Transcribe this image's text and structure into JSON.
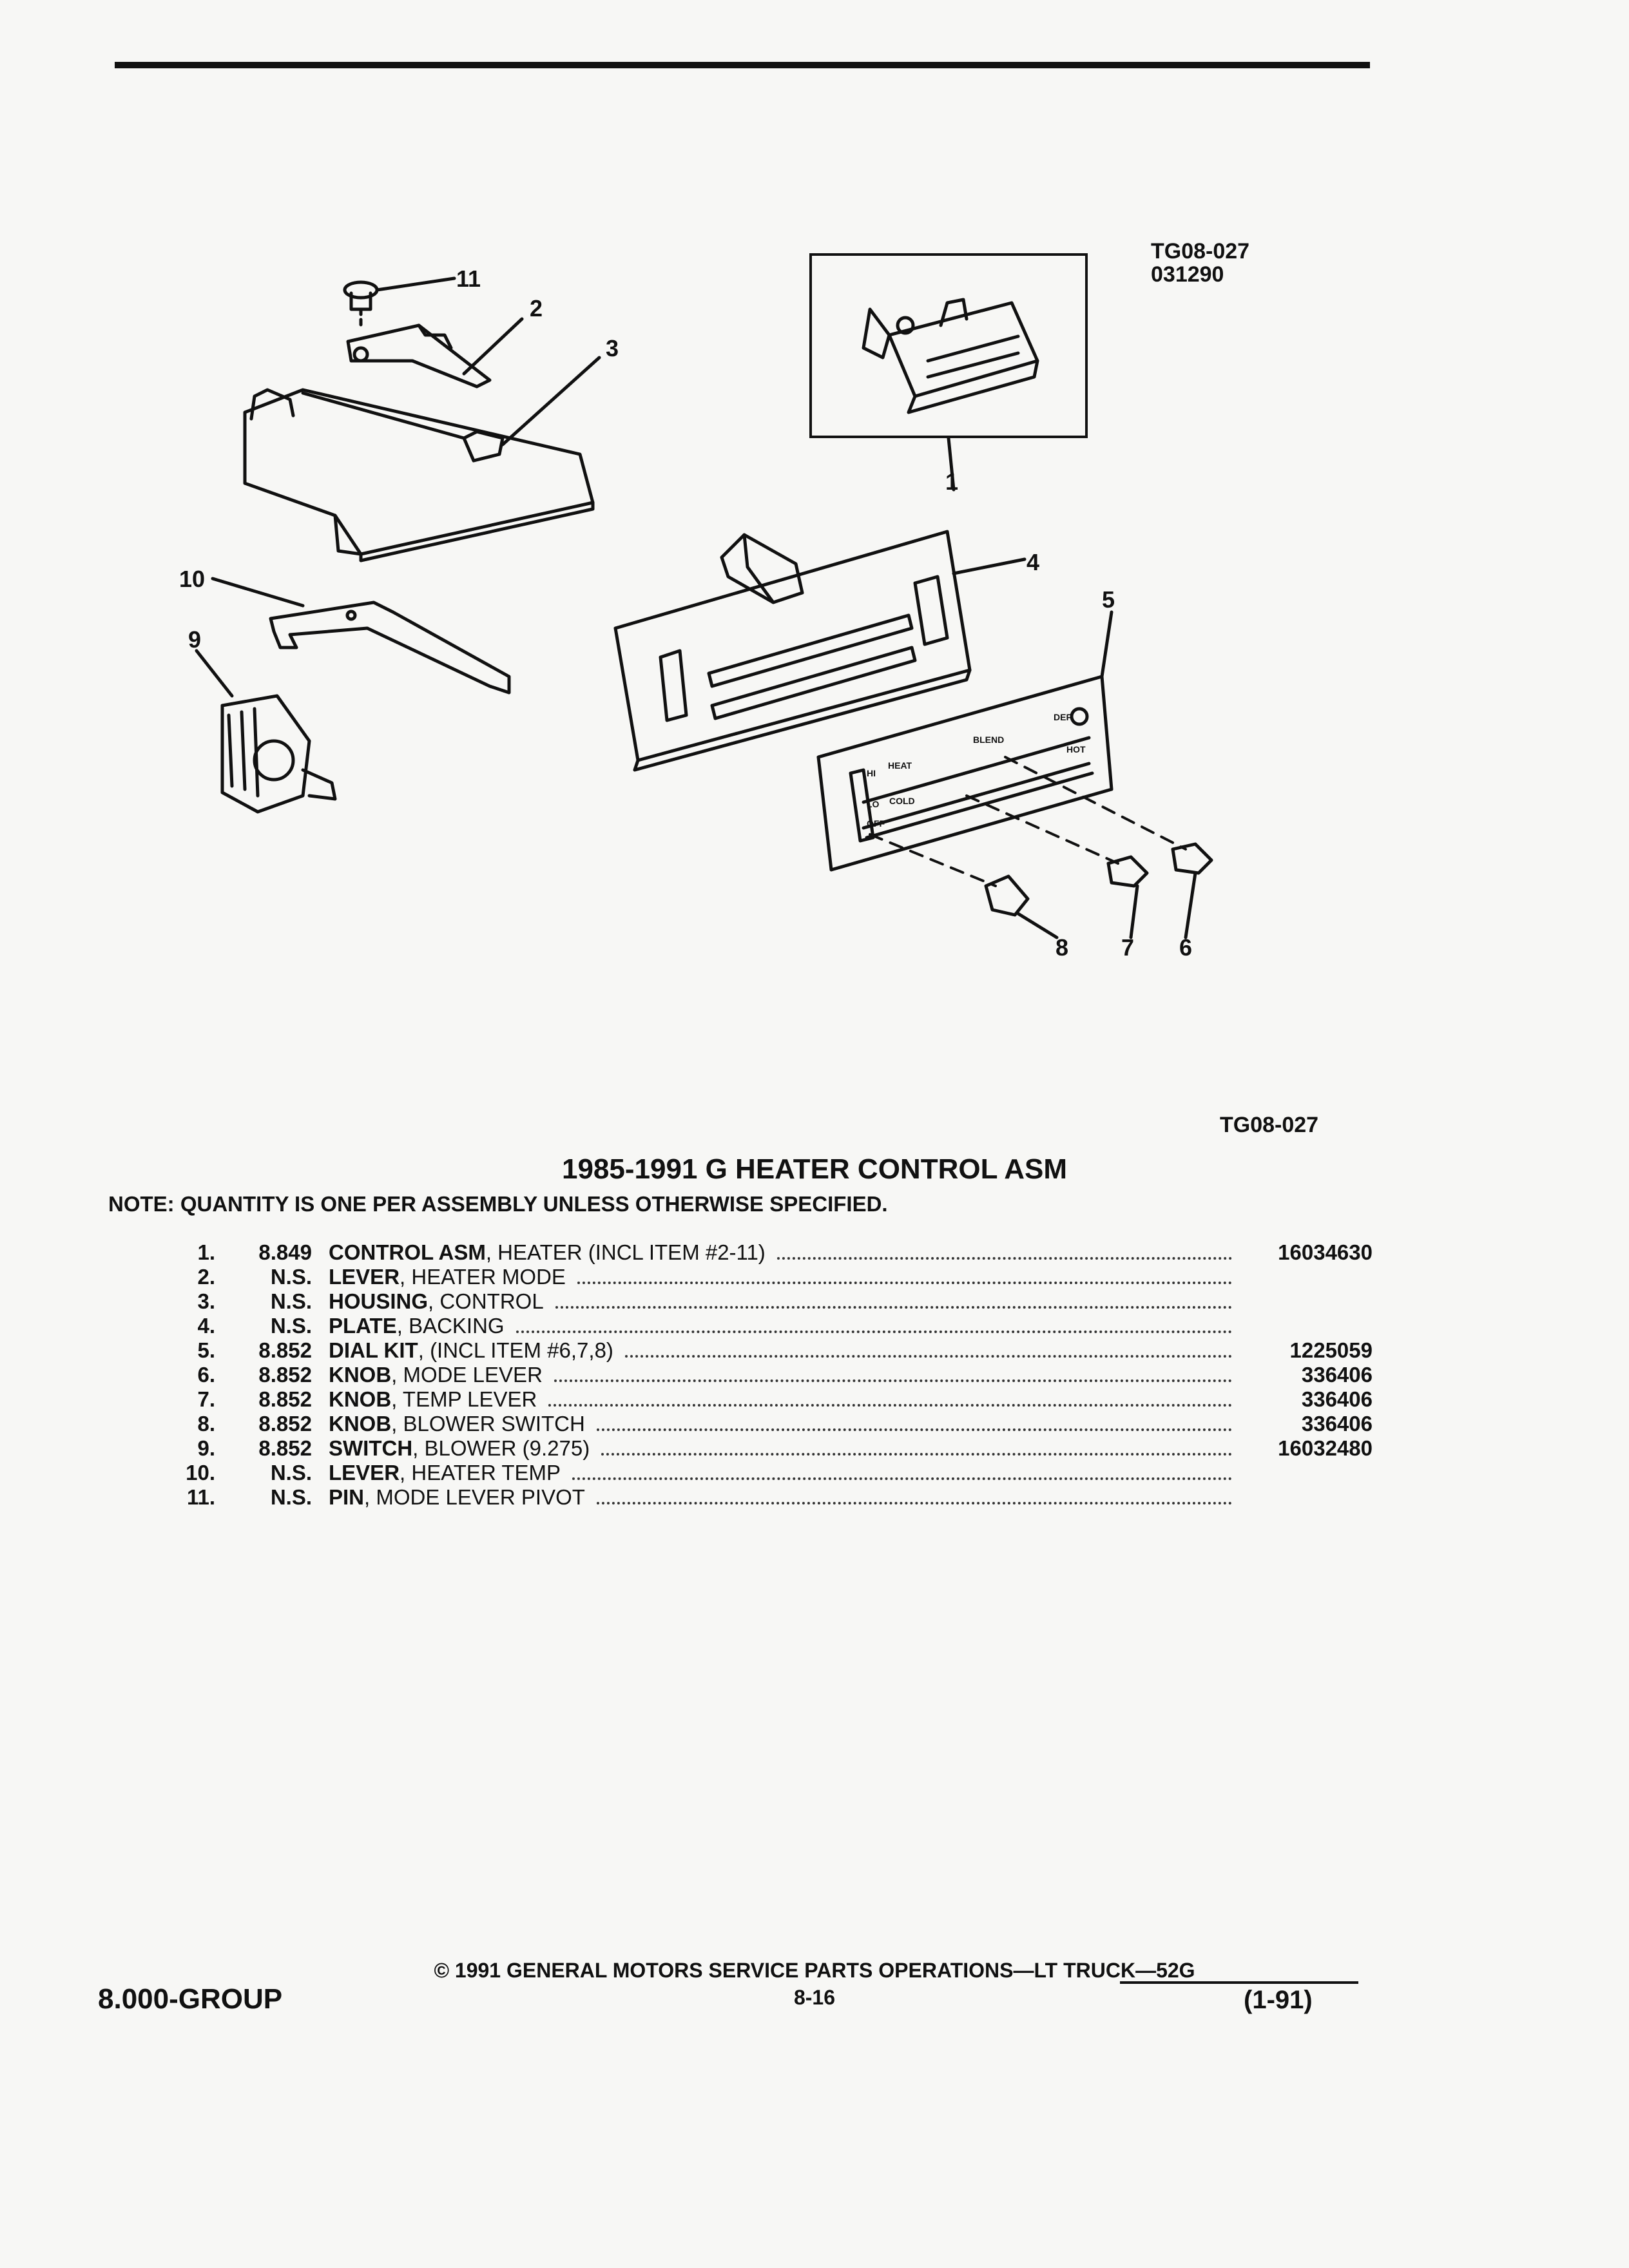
{
  "figure": {
    "ref_code": "TG08-027",
    "ref_date": "031290",
    "bottom_ref": "TG08-027",
    "callouts": [
      "1",
      "2",
      "3",
      "4",
      "5",
      "6",
      "7",
      "8",
      "9",
      "10",
      "11"
    ],
    "panel_labels": [
      "HI",
      "LO",
      "OFF",
      "HEAT",
      "BLEND",
      "DEF",
      "HOT",
      "COLD"
    ]
  },
  "title": "1985-1991 G HEATER CONTROL ASM",
  "note": "NOTE:  QUANTITY IS ONE PER ASSEMBLY UNLESS OTHERWISE SPECIFIED.",
  "parts": [
    {
      "item": "1.",
      "cat": "8.849",
      "name": "CONTROL ASM",
      "desc": ", HEATER (INCL ITEM #2-11)",
      "pn": "16034630"
    },
    {
      "item": "2.",
      "cat": "N.S.",
      "name": "LEVER",
      "desc": ", HEATER MODE",
      "pn": ""
    },
    {
      "item": "3.",
      "cat": "N.S.",
      "name": "HOUSING",
      "desc": ", CONTROL",
      "pn": ""
    },
    {
      "item": "4.",
      "cat": "N.S.",
      "name": "PLATE",
      "desc": ", BACKING",
      "pn": ""
    },
    {
      "item": "5.",
      "cat": "8.852",
      "name": "DIAL KIT",
      "desc": ", (INCL ITEM #6,7,8)",
      "pn": "1225059"
    },
    {
      "item": "6.",
      "cat": "8.852",
      "name": "KNOB",
      "desc": ", MODE LEVER",
      "pn": "336406"
    },
    {
      "item": "7.",
      "cat": "8.852",
      "name": "KNOB",
      "desc": ", TEMP LEVER",
      "pn": "336406"
    },
    {
      "item": "8.",
      "cat": "8.852",
      "name": "KNOB",
      "desc": ", BLOWER SWITCH",
      "pn": "336406"
    },
    {
      "item": "9.",
      "cat": "8.852",
      "name": "SWITCH",
      "desc": ", BLOWER (9.275)",
      "pn": "16032480"
    },
    {
      "item": "10.",
      "cat": "N.S.",
      "name": "LEVER",
      "desc": ", HEATER TEMP",
      "pn": ""
    },
    {
      "item": "11.",
      "cat": "N.S.",
      "name": "PIN",
      "desc": ", MODE LEVER PIVOT",
      "pn": ""
    }
  ],
  "footer": {
    "group": "8.000-GROUP",
    "copyright": "©  1991  GENERAL MOTORS SERVICE PARTS OPERATIONS—LT TRUCK—52G",
    "page": "8-16",
    "date": "(1-91)"
  }
}
